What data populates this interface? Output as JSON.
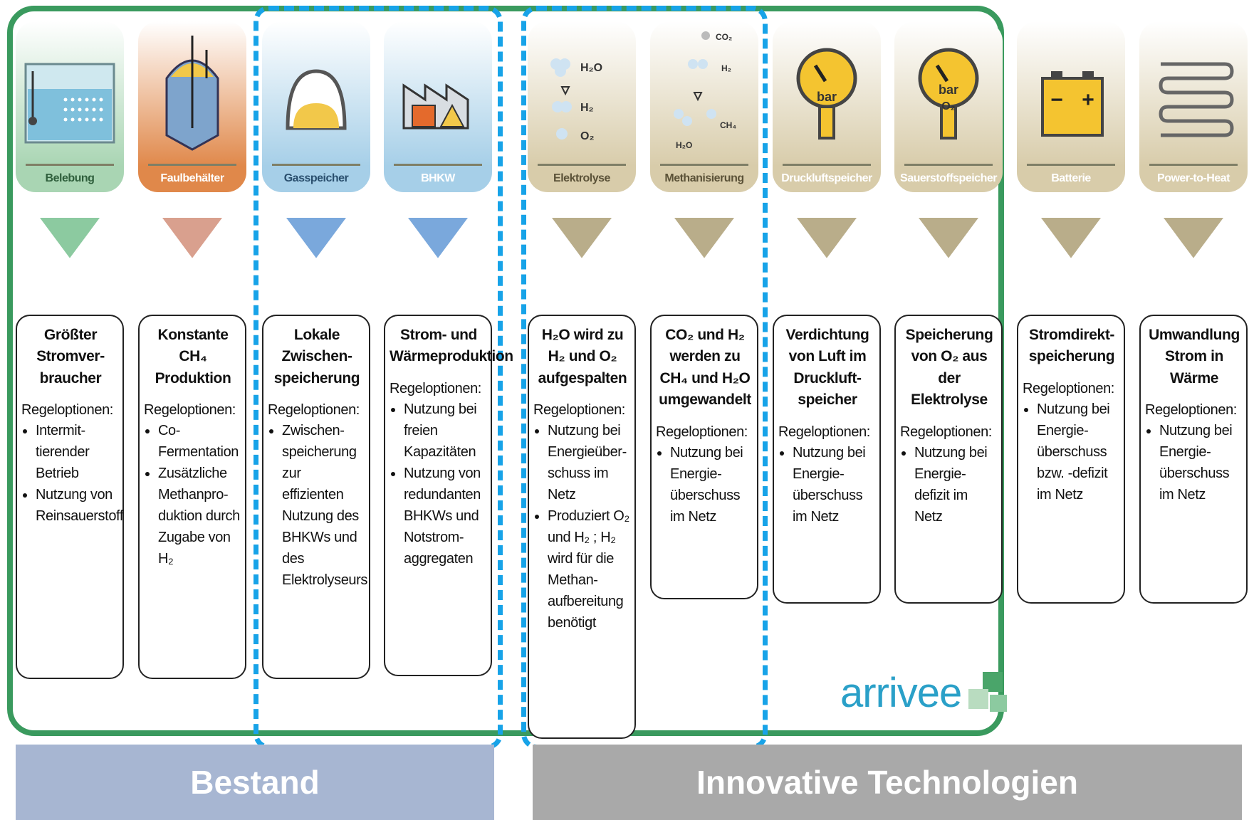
{
  "columns": [
    {
      "id": "belebung",
      "label": "Belebung",
      "head": "Größter Stromver-braucher",
      "opt_title": "Regeloptionen:",
      "options": [
        "Intermit-tierender Betrieb",
        "Nutzung von Reinsauerstoff"
      ],
      "color": "#a9d5b3",
      "tri": "#8ccaa0",
      "label_color": "#2f5f3c"
    },
    {
      "id": "faulbehaelter",
      "label": "Faulbehälter",
      "head": "Konstante CH₄ Produktion",
      "opt_title": "Regeloptionen:",
      "options": [
        "Co-Fermentation",
        "Zusätzliche Methanpro-duktion durch Zugabe von H₂"
      ],
      "color": "#e0884a",
      "tri": "#d9a08e",
      "label_color": "#ffffff"
    },
    {
      "id": "gasspeicher",
      "label": "Gasspeicher",
      "head": "Lokale Zwischen-speicherung",
      "opt_title": "Regeloptionen:",
      "options": [
        "Zwischen-speicherung zur effizienten Nutzung des BHKWs und des Elektrolyseurs"
      ],
      "color": "#a6cfe8",
      "tri": "#7aa8dc",
      "label_color": "#2a4f6e"
    },
    {
      "id": "bhkw",
      "label": "BHKW",
      "head": "Strom- und Wärmeproduktion",
      "opt_title": "Regeloptionen:",
      "options": [
        "Nutzung bei freien Kapazitäten",
        "Nutzung von redundanten BHKWs und Notstrom-aggregaten"
      ],
      "color": "#a6cfe8",
      "tri": "#7aa8dc",
      "label_color": "#ffffff"
    },
    {
      "id": "elektrolyse",
      "label": "Elektrolyse",
      "head": "H₂O wird zu H₂ und O₂ aufgespalten",
      "opt_title": "Regeloptionen:",
      "options": [
        "Nutzung bei Energieüber-schuss im Netz",
        "Produziert O₂ und H₂ ; H₂ wird für die Methan-aufbereitung benötigt"
      ],
      "color": "#d8ccaa",
      "tri": "#b9ad8a",
      "label_color": "#5b5238"
    },
    {
      "id": "methanisierung",
      "label": "Methanisierung",
      "head": "CO₂ und H₂ werden zu CH₄ und H₂O umgewandelt",
      "opt_title": "Regeloptionen:",
      "options": [
        "Nutzung bei Energie-überschuss im Netz"
      ],
      "color": "#d8ccaa",
      "tri": "#b9ad8a",
      "label_color": "#5b5238"
    },
    {
      "id": "druckluftspeicher",
      "label": "Druckluftspeicher",
      "head": "Verdichtung von Luft im Druckluft-speicher",
      "opt_title": "Regeloptionen:",
      "options": [
        "Nutzung bei Energie-überschuss im Netz"
      ],
      "color": "#d8ccaa",
      "tri": "#b9ad8a",
      "label_color": "#ffffff"
    },
    {
      "id": "sauerstoffspeicher",
      "label": "Sauerstoffspeicher",
      "head": "Speicherung von O₂ aus der Elektrolyse",
      "opt_title": "Regeloptionen:",
      "options": [
        "Nutzung bei Energie-defizit im Netz"
      ],
      "color": "#d8ccaa",
      "tri": "#b9ad8a",
      "label_color": "#ffffff"
    },
    {
      "id": "batterie",
      "label": "Batterie",
      "head": "Stromdirekt-speicherung",
      "opt_title": "Regeloptionen:",
      "options": [
        "Nutzung bei Energie-überschuss bzw. -defizit im Netz"
      ],
      "color": "#d8ccaa",
      "tri": "#b9ad8a",
      "label_color": "#ffffff"
    },
    {
      "id": "power-to-heat",
      "label": "Power-to-Heat",
      "head": "Umwandlung Strom in Wärme",
      "opt_title": "Regeloptionen:",
      "options": [
        "Nutzung bei Energie-überschuss im Netz"
      ],
      "color": "#d8ccaa",
      "tri": "#b9ad8a",
      "label_color": "#ffffff"
    }
  ],
  "icon_text": {
    "elektrolyse": [
      "H₂O",
      "H₂",
      "O₂"
    ],
    "methanisierung": [
      "CO₂",
      "H₂",
      "CH₄",
      "H₂O"
    ],
    "druckluft": "bar",
    "sauerstoff": [
      "bar",
      "O₂"
    ],
    "batterie": [
      "−",
      "+"
    ]
  },
  "bottom": {
    "bestand": "Bestand",
    "innovativ": "Innovative Technologien"
  },
  "logo": "arrivee",
  "colors": {
    "green_frame": "#3a9a5e",
    "blue_dash": "#17a3e8",
    "bestand_bar": "#a7b6d2",
    "innovativ_bar": "#a9a9a9"
  }
}
